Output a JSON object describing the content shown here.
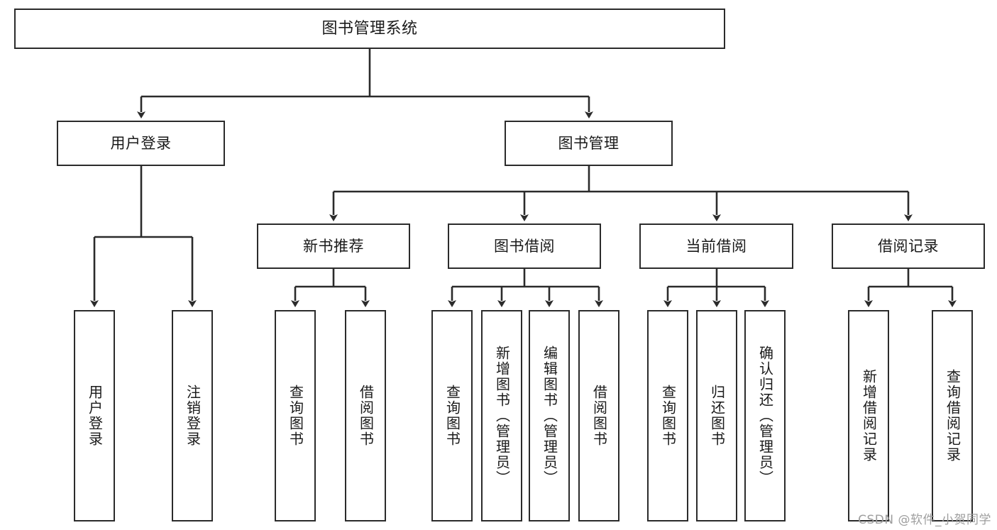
{
  "diagram": {
    "title": "图书管理系统",
    "type": "tree-hierarchy-chart",
    "orientation": "top-down",
    "line_color": "#2b2b2b",
    "box_border_color": "#2b2b2b",
    "box_fill_color": "#ffffff",
    "background_color": "#ffffff",
    "arrowheads": true
  },
  "root": {
    "id": "root",
    "label": "图书管理系统"
  },
  "level2": [
    {
      "id": "user-login",
      "label": "用户登录"
    },
    {
      "id": "book-manage",
      "label": "图书管理"
    }
  ],
  "level3": [
    {
      "id": "new-book-rec",
      "label": "新书推荐",
      "parent": "book-manage"
    },
    {
      "id": "book-borrow",
      "label": "图书借阅",
      "parent": "book-manage"
    },
    {
      "id": "current-borrow",
      "label": "当前借阅",
      "parent": "book-manage"
    },
    {
      "id": "borrow-record",
      "label": "借阅记录",
      "parent": "book-manage"
    }
  ],
  "leaves": {
    "user_login": [
      {
        "id": "leaf-user-login",
        "label": "用户登录"
      },
      {
        "id": "leaf-logout",
        "label": "注销登录"
      }
    ],
    "new_book_rec": [
      {
        "id": "leaf-query-book-1",
        "label": "查询图书"
      },
      {
        "id": "leaf-borrow-book-1",
        "label": "借阅图书"
      }
    ],
    "book_borrow": [
      {
        "id": "leaf-query-book-2",
        "label": "查询图书"
      },
      {
        "id": "leaf-add-book",
        "label": "新增图书（管理员）"
      },
      {
        "id": "leaf-edit-book",
        "label": "编辑图书（管理员）"
      },
      {
        "id": "leaf-borrow-book-2",
        "label": "借阅图书"
      }
    ],
    "current_borrow": [
      {
        "id": "leaf-query-book-3",
        "label": "查询图书"
      },
      {
        "id": "leaf-return-book",
        "label": "归还图书"
      },
      {
        "id": "leaf-confirm-return",
        "label": "确认归还（管理员）"
      }
    ],
    "borrow_record": [
      {
        "id": "leaf-add-record",
        "label": "新增借阅记录"
      },
      {
        "id": "leaf-query-record",
        "label": "查询借阅记录"
      }
    ]
  },
  "watermark": {
    "text": "CSDN @软件_小贺同学"
  }
}
